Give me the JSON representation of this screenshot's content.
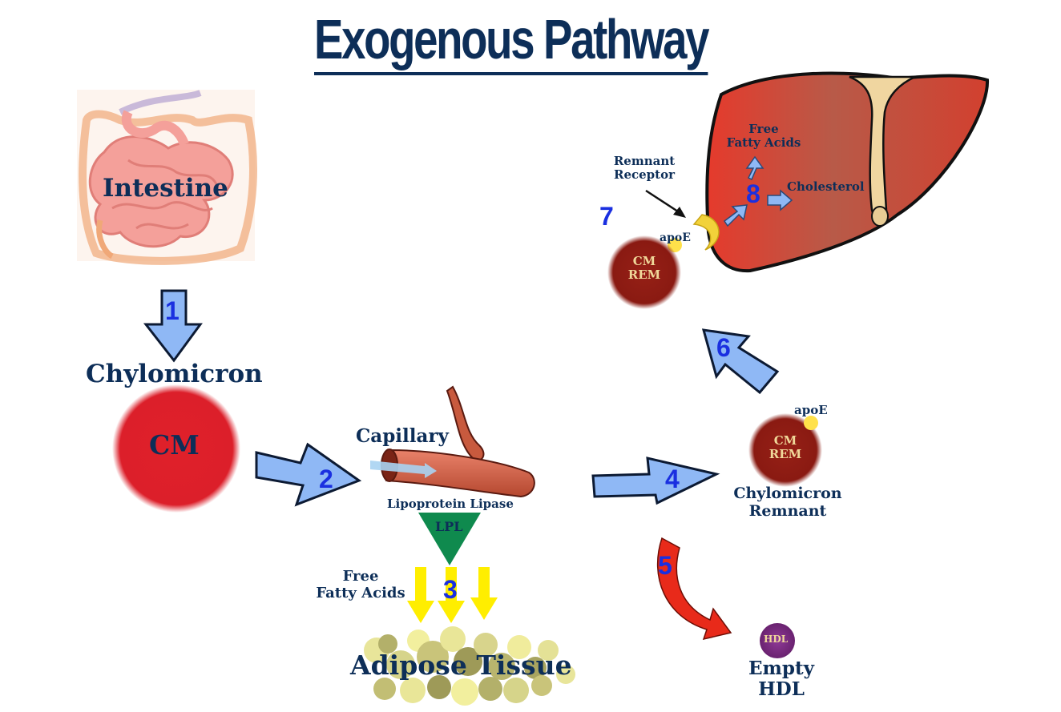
{
  "title": "Exogenous Pathway",
  "labels": {
    "intestine": "Intestine",
    "chylomicron": "Chylomicron",
    "cm": "CM",
    "capillary": "Capillary",
    "lipoprotein_lipase": "Lipoprotein Lipase",
    "lpl": "LPL",
    "free_fatty_acids_line1": "Free",
    "free_fatty_acids_line2": "Fatty Acids",
    "adipose_tissue": "Adipose Tissue",
    "chylomicron_remnant_line1": "Chylomicron",
    "chylomicron_remnant_line2": "Remnant",
    "cm_rem_line1": "CM",
    "cm_rem_line2": "REM",
    "apoe": "apoE",
    "hdl": "HDL",
    "empty_hdl_line1": "Empty",
    "empty_hdl_line2": "HDL",
    "remnant_receptor_line1": "Remnant",
    "remnant_receptor_line2": "Receptor",
    "liver_ffa_line1": "Free",
    "liver_ffa_line2": "Fatty Acids",
    "cholesterol": "Cholesterol"
  },
  "steps": [
    "1",
    "2",
    "3",
    "4",
    "5",
    "6",
    "7",
    "8"
  ],
  "colors": {
    "title": "#0d2e58",
    "step_number": "#1a2fe0",
    "arrow_blue": "#8fb8f5",
    "chylomicron": "#e0202a",
    "remnant": "#8e1a12",
    "lpl": "#0f8a4e",
    "ffa_arrow": "#ffee00",
    "liver": "#c94a3a",
    "hdl": "#7a2a82",
    "hdl_arrow": "#e82a1a"
  }
}
